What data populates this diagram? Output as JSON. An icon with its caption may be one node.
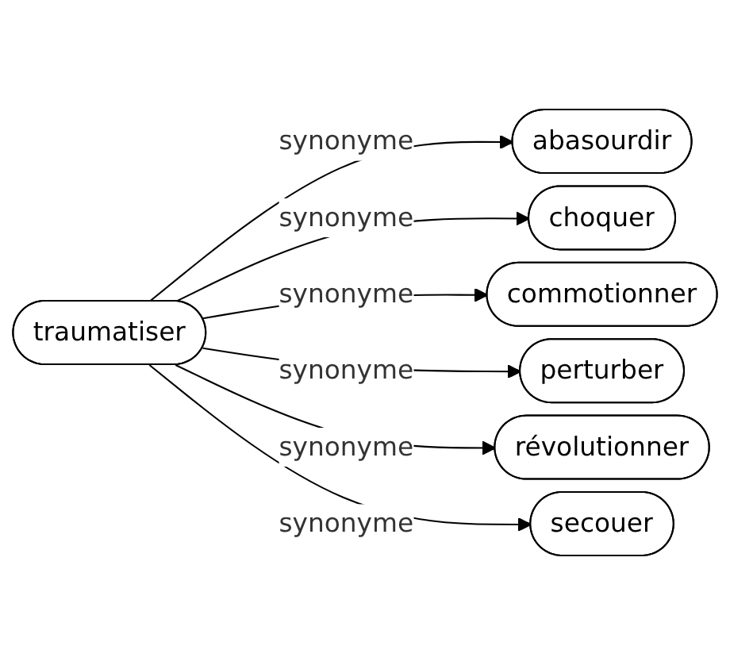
{
  "diagram": {
    "nodes": [
      {
        "text": [
          "traumatiser"
        ]
      },
      {
        "text": [
          "abasourdir"
        ]
      },
      {
        "text": [
          "choquer"
        ]
      },
      {
        "text": [
          "commotionner"
        ]
      },
      {
        "text": [
          "perturber"
        ]
      },
      {
        "text": [
          "révolutionner"
        ]
      },
      {
        "text": [
          "secouer"
        ]
      }
    ],
    "edges": [
      {
        "from": 0,
        "to": 1,
        "arrow": "to",
        "label": "synonyme"
      },
      {
        "from": 0,
        "to": 2,
        "arrow": "to",
        "label": "synonyme"
      },
      {
        "from": 0,
        "to": 3,
        "arrow": "to",
        "label": "synonyme"
      },
      {
        "from": 0,
        "to": 4,
        "arrow": "to",
        "label": "synonyme"
      },
      {
        "from": 0,
        "to": 5,
        "arrow": "to",
        "label": "synonyme"
      },
      {
        "from": 0,
        "to": 6,
        "arrow": "to",
        "label": "synonyme"
      }
    ]
  }
}
